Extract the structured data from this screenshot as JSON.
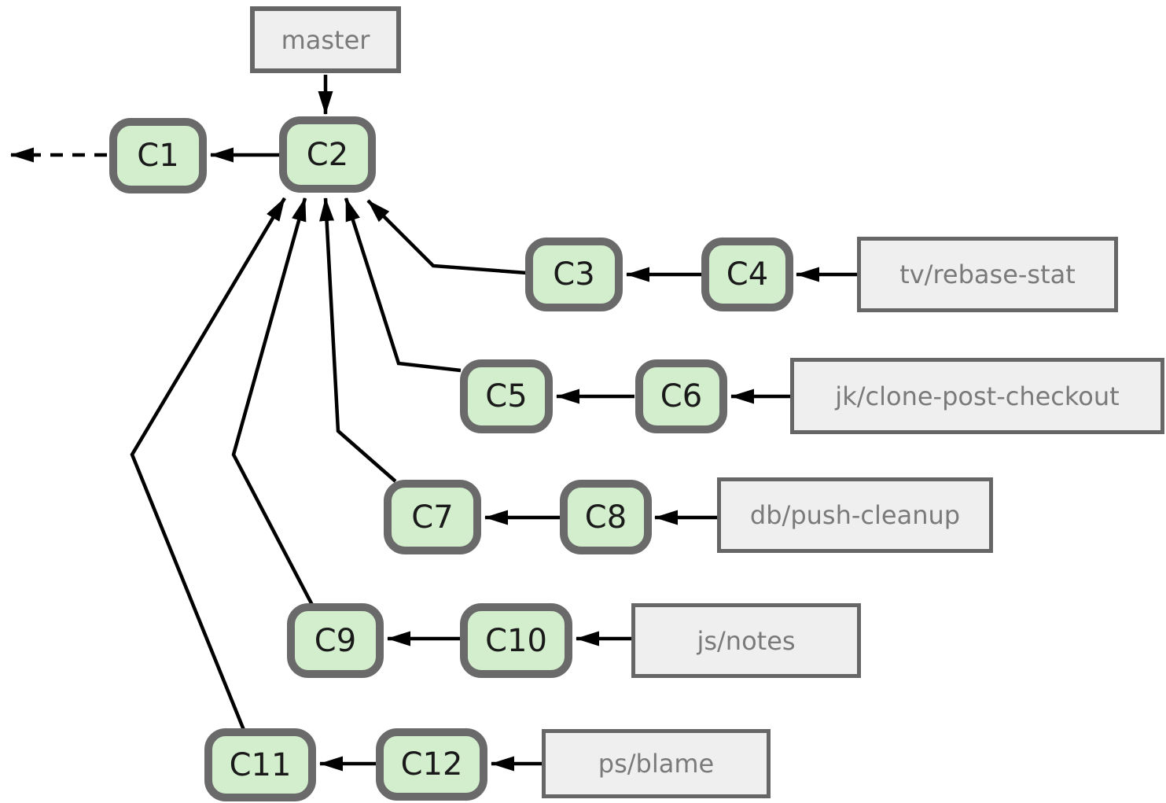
{
  "diagram": {
    "type": "git-commit-graph",
    "description": "Git history: five topic branches diverged from commit C2 on master",
    "colors": {
      "commit_fill": "#d2eecd",
      "commit_border": "#6a6a6a",
      "commit_text": "#1a1a1a",
      "branch_box_fill": "#efefef",
      "branch_box_border": "#666666",
      "branch_text": "#7a7a7a",
      "edge": "#000000"
    },
    "commits": [
      {
        "id": "C1",
        "label": "C1",
        "parent": "earlier-history"
      },
      {
        "id": "C2",
        "label": "C2",
        "parent": "C1"
      },
      {
        "id": "C3",
        "label": "C3",
        "parent": "C2"
      },
      {
        "id": "C4",
        "label": "C4",
        "parent": "C3"
      },
      {
        "id": "C5",
        "label": "C5",
        "parent": "C2"
      },
      {
        "id": "C6",
        "label": "C6",
        "parent": "C5"
      },
      {
        "id": "C7",
        "label": "C7",
        "parent": "C2"
      },
      {
        "id": "C8",
        "label": "C8",
        "parent": "C7"
      },
      {
        "id": "C9",
        "label": "C9",
        "parent": "C2"
      },
      {
        "id": "C10",
        "label": "C10",
        "parent": "C9"
      },
      {
        "id": "C11",
        "label": "C11",
        "parent": "C2"
      },
      {
        "id": "C12",
        "label": "C12",
        "parent": "C11"
      }
    ],
    "branches": [
      {
        "label": "master",
        "points_to": "C2"
      },
      {
        "label": "tv/rebase-stat",
        "points_to": "C4"
      },
      {
        "label": "jk/clone-post-checkout",
        "points_to": "C6"
      },
      {
        "label": "db/push-cleanup",
        "points_to": "C8"
      },
      {
        "label": "js/notes",
        "points_to": "C10"
      },
      {
        "label": "ps/blame",
        "points_to": "C12"
      }
    ],
    "edges": [
      {
        "from": "master",
        "to": "C2",
        "style": "solid"
      },
      {
        "from": "C2",
        "to": "C1",
        "style": "solid"
      },
      {
        "from": "C1",
        "to": "earlier-history",
        "style": "dashed"
      },
      {
        "from": "C3",
        "to": "C2",
        "style": "solid"
      },
      {
        "from": "C4",
        "to": "C3",
        "style": "solid"
      },
      {
        "from": "tv/rebase-stat",
        "to": "C4",
        "style": "solid"
      },
      {
        "from": "C5",
        "to": "C2",
        "style": "solid"
      },
      {
        "from": "C6",
        "to": "C5",
        "style": "solid"
      },
      {
        "from": "jk/clone-post-checkout",
        "to": "C6",
        "style": "solid"
      },
      {
        "from": "C7",
        "to": "C2",
        "style": "solid"
      },
      {
        "from": "C8",
        "to": "C7",
        "style": "solid"
      },
      {
        "from": "db/push-cleanup",
        "to": "C8",
        "style": "solid"
      },
      {
        "from": "C9",
        "to": "C2",
        "style": "solid"
      },
      {
        "from": "C10",
        "to": "C9",
        "style": "solid"
      },
      {
        "from": "js/notes",
        "to": "C10",
        "style": "solid"
      },
      {
        "from": "C11",
        "to": "C2",
        "style": "solid"
      },
      {
        "from": "C12",
        "to": "C11",
        "style": "solid"
      },
      {
        "from": "ps/blame",
        "to": "C12",
        "style": "solid"
      }
    ]
  }
}
